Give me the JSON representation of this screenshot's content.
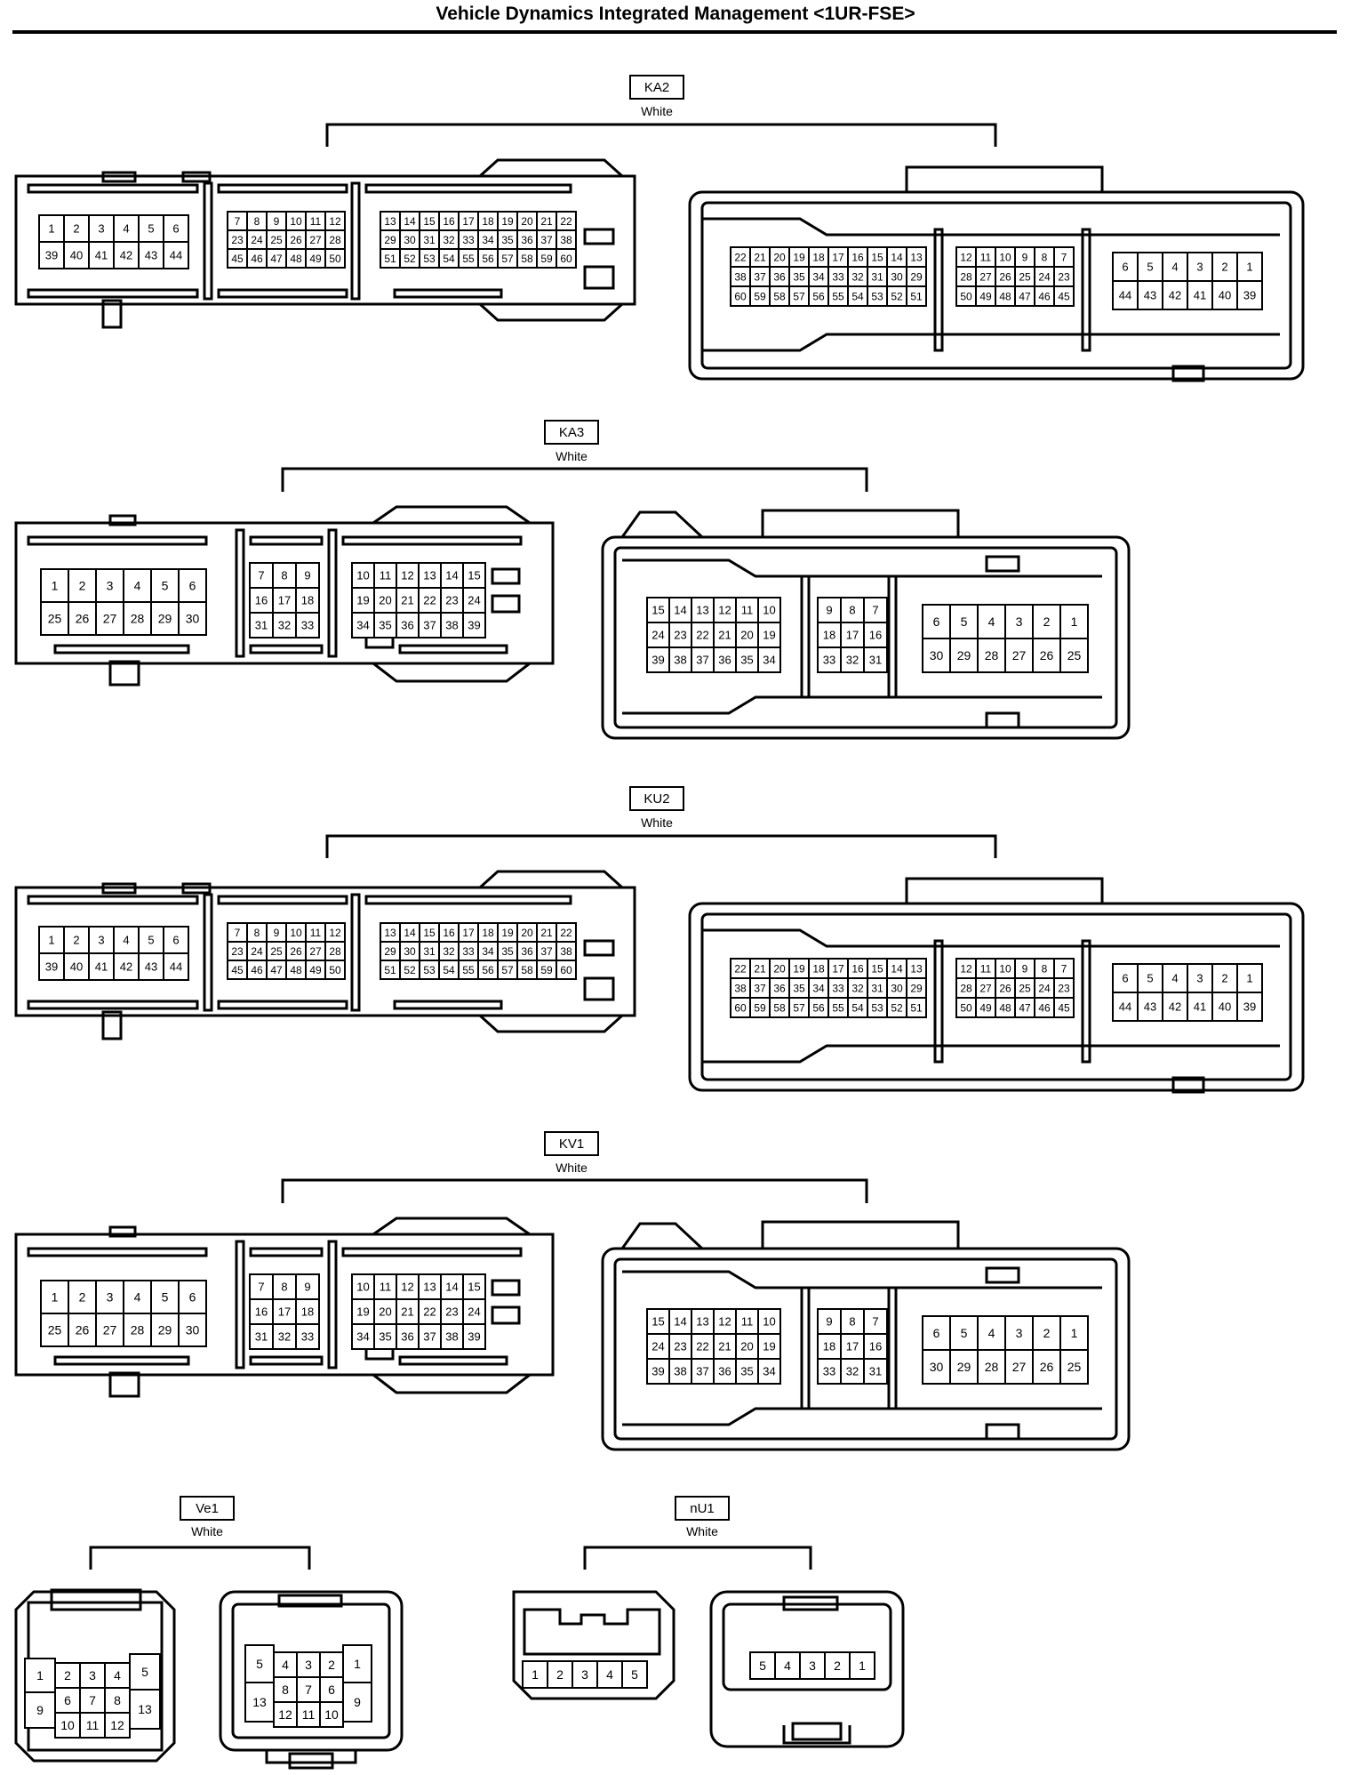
{
  "title": "Vehicle Dynamics Integrated Management <1UR-FSE>",
  "connectors": [
    {
      "id": "KA2",
      "color": "White",
      "harness_side": [
        [
          "1",
          "2",
          "3",
          "4",
          "5",
          "6"
        ],
        [
          "39",
          "40",
          "41",
          "42",
          "43",
          "44"
        ],
        [
          "7",
          "8",
          "9",
          "10",
          "11",
          "12"
        ],
        [
          "23",
          "24",
          "25",
          "26",
          "27",
          "28"
        ],
        [
          "45",
          "46",
          "47",
          "48",
          "49",
          "50"
        ],
        [
          "13",
          "14",
          "15",
          "16",
          "17",
          "18",
          "19",
          "20",
          "21",
          "22"
        ],
        [
          "29",
          "30",
          "31",
          "32",
          "33",
          "34",
          "35",
          "36",
          "37",
          "38"
        ],
        [
          "51",
          "52",
          "53",
          "54",
          "55",
          "56",
          "57",
          "58",
          "59",
          "60"
        ]
      ],
      "component_side": [
        [
          "22",
          "21",
          "20",
          "19",
          "18",
          "17",
          "16",
          "15",
          "14",
          "13"
        ],
        [
          "38",
          "37",
          "36",
          "35",
          "34",
          "33",
          "32",
          "31",
          "30",
          "29"
        ],
        [
          "60",
          "59",
          "58",
          "57",
          "56",
          "55",
          "54",
          "53",
          "52",
          "51"
        ],
        [
          "12",
          "11",
          "10",
          "9",
          "8",
          "7"
        ],
        [
          "28",
          "27",
          "26",
          "25",
          "24",
          "23"
        ],
        [
          "50",
          "49",
          "48",
          "47",
          "46",
          "45"
        ],
        [
          "6",
          "5",
          "4",
          "3",
          "2",
          "1"
        ],
        [
          "44",
          "43",
          "42",
          "41",
          "40",
          "39"
        ]
      ]
    },
    {
      "id": "KA3",
      "color": "White",
      "harness_side": [
        [
          "1",
          "2",
          "3",
          "4",
          "5",
          "6"
        ],
        [
          "25",
          "26",
          "27",
          "28",
          "29",
          "30"
        ],
        [
          "7",
          "8",
          "9"
        ],
        [
          "16",
          "17",
          "18"
        ],
        [
          "31",
          "32",
          "33"
        ],
        [
          "10",
          "11",
          "12",
          "13",
          "14",
          "15"
        ],
        [
          "19",
          "20",
          "21",
          "22",
          "23",
          "24"
        ],
        [
          "34",
          "35",
          "36",
          "37",
          "38",
          "39"
        ]
      ],
      "component_side": [
        [
          "15",
          "14",
          "13",
          "12",
          "11",
          "10"
        ],
        [
          "24",
          "23",
          "22",
          "21",
          "20",
          "19"
        ],
        [
          "39",
          "38",
          "37",
          "36",
          "35",
          "34"
        ],
        [
          "9",
          "8",
          "7"
        ],
        [
          "18",
          "17",
          "16"
        ],
        [
          "33",
          "32",
          "31"
        ],
        [
          "6",
          "5",
          "4",
          "3",
          "2",
          "1"
        ],
        [
          "30",
          "29",
          "28",
          "27",
          "26",
          "25"
        ]
      ]
    },
    {
      "id": "KU2",
      "color": "White",
      "harness_side": [
        [
          "1",
          "2",
          "3",
          "4",
          "5",
          "6"
        ],
        [
          "39",
          "40",
          "41",
          "42",
          "43",
          "44"
        ],
        [
          "7",
          "8",
          "9",
          "10",
          "11",
          "12"
        ],
        [
          "23",
          "24",
          "25",
          "26",
          "27",
          "28"
        ],
        [
          "45",
          "46",
          "47",
          "48",
          "49",
          "50"
        ],
        [
          "13",
          "14",
          "15",
          "16",
          "17",
          "18",
          "19",
          "20",
          "21",
          "22"
        ],
        [
          "29",
          "30",
          "31",
          "32",
          "33",
          "34",
          "35",
          "36",
          "37",
          "38"
        ],
        [
          "51",
          "52",
          "53",
          "54",
          "55",
          "56",
          "57",
          "58",
          "59",
          "60"
        ]
      ],
      "component_side": [
        [
          "22",
          "21",
          "20",
          "19",
          "18",
          "17",
          "16",
          "15",
          "14",
          "13"
        ],
        [
          "38",
          "37",
          "36",
          "35",
          "34",
          "33",
          "32",
          "31",
          "30",
          "29"
        ],
        [
          "60",
          "59",
          "58",
          "57",
          "56",
          "55",
          "54",
          "53",
          "52",
          "51"
        ],
        [
          "12",
          "11",
          "10",
          "9",
          "8",
          "7"
        ],
        [
          "28",
          "27",
          "26",
          "25",
          "24",
          "23"
        ],
        [
          "50",
          "49",
          "48",
          "47",
          "46",
          "45"
        ],
        [
          "6",
          "5",
          "4",
          "3",
          "2",
          "1"
        ],
        [
          "44",
          "43",
          "42",
          "41",
          "40",
          "39"
        ]
      ]
    },
    {
      "id": "KV1",
      "color": "White",
      "harness_side": [
        [
          "1",
          "2",
          "3",
          "4",
          "5",
          "6"
        ],
        [
          "25",
          "26",
          "27",
          "28",
          "29",
          "30"
        ],
        [
          "7",
          "8",
          "9"
        ],
        [
          "16",
          "17",
          "18"
        ],
        [
          "31",
          "32",
          "33"
        ],
        [
          "10",
          "11",
          "12",
          "13",
          "14",
          "15"
        ],
        [
          "19",
          "20",
          "21",
          "22",
          "23",
          "24"
        ],
        [
          "34",
          "35",
          "36",
          "37",
          "38",
          "39"
        ]
      ],
      "component_side": [
        [
          "15",
          "14",
          "13",
          "12",
          "11",
          "10"
        ],
        [
          "24",
          "23",
          "22",
          "21",
          "20",
          "19"
        ],
        [
          "39",
          "38",
          "37",
          "36",
          "35",
          "34"
        ],
        [
          "9",
          "8",
          "7"
        ],
        [
          "18",
          "17",
          "16"
        ],
        [
          "33",
          "32",
          "31"
        ],
        [
          "6",
          "5",
          "4",
          "3",
          "2",
          "1"
        ],
        [
          "30",
          "29",
          "28",
          "27",
          "26",
          "25"
        ]
      ]
    },
    {
      "id": "Ve1",
      "color": "White",
      "harness_side": [
        "1",
        "2",
        "3",
        "4",
        "5",
        "6",
        "7",
        "8",
        "9",
        "10",
        "11",
        "12",
        "13"
      ],
      "component_side": [
        "5",
        "4",
        "3",
        "2",
        "1",
        "8",
        "7",
        "6",
        "13",
        "12",
        "11",
        "10",
        "9"
      ]
    },
    {
      "id": "nU1",
      "color": "White",
      "harness_side": [
        "1",
        "2",
        "3",
        "4",
        "5"
      ],
      "component_side": [
        "5",
        "4",
        "3",
        "2",
        "1"
      ]
    }
  ]
}
